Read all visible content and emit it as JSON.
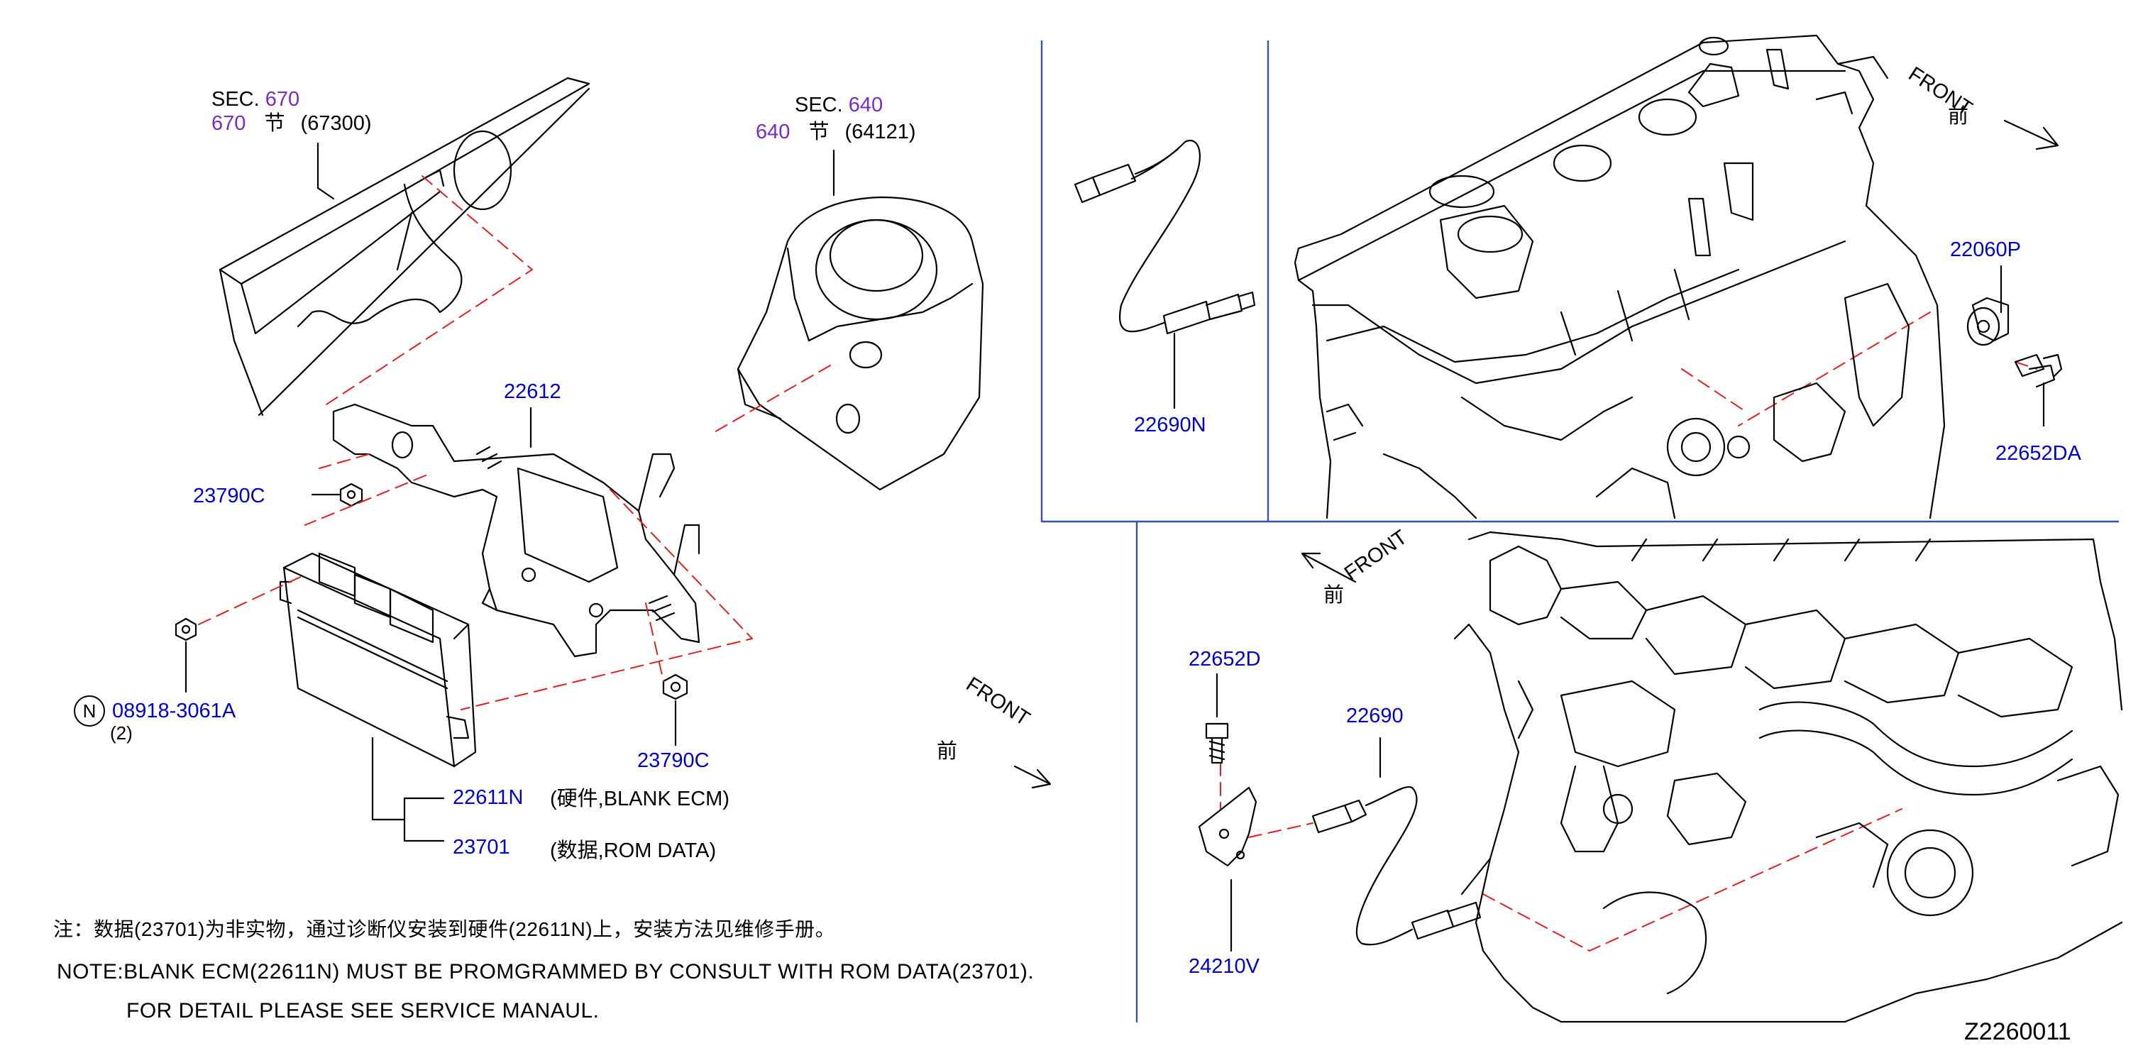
{
  "sections": [
    {
      "sec_prefix": "SEC.",
      "sec_num": "670",
      "ref_num": "670",
      "ref_char": "节",
      "ref_part": "(67300)"
    },
    {
      "sec_prefix": "SEC.",
      "sec_num": "640",
      "ref_num": "640",
      "ref_char": "节",
      "ref_part": "(64121)"
    }
  ],
  "parts": {
    "p22612": "22612",
    "p23790c_a": "23790C",
    "p23790c_b": "23790C",
    "p08918": "08918-3061A",
    "p08918_qty": "(2)",
    "p08918_badge": "N",
    "p22611n": "22611N",
    "p22611n_desc": "(硬件,BLANK   ECM)",
    "p23701": "23701",
    "p23701_desc": "(数据,ROM   DATA)",
    "p22690n": "22690N",
    "p22060p": "22060P",
    "p22652da": "22652DA",
    "p22652d": "22652D",
    "p22690": "22690",
    "p24210v": "24210V"
  },
  "front_labels": [
    {
      "en": "FRONT",
      "cn": "前"
    },
    {
      "en": "FRONT",
      "cn": "前"
    },
    {
      "en": "FRONT",
      "cn": "前"
    }
  ],
  "notes": {
    "cn": "注：数据(23701)为非实物，通过诊断仪安装到硬件(22611N)上，安装方法见维修手册。",
    "en1": "NOTE:BLANK  ECM(22611N)  MUST  BE  PROMGRAMMED  BY  CONSULT  WITH  ROM  DATA(23701).",
    "en2": "FOR  DETAIL  PLEASE  SEE  SERVICE  MANAUL."
  },
  "page_id": "Z2260011",
  "colors": {
    "part_label": "#0000cc",
    "section_ref": "#7a2cc2",
    "dash": "#e02020",
    "divider": "#3355aa",
    "line": "#000000"
  }
}
